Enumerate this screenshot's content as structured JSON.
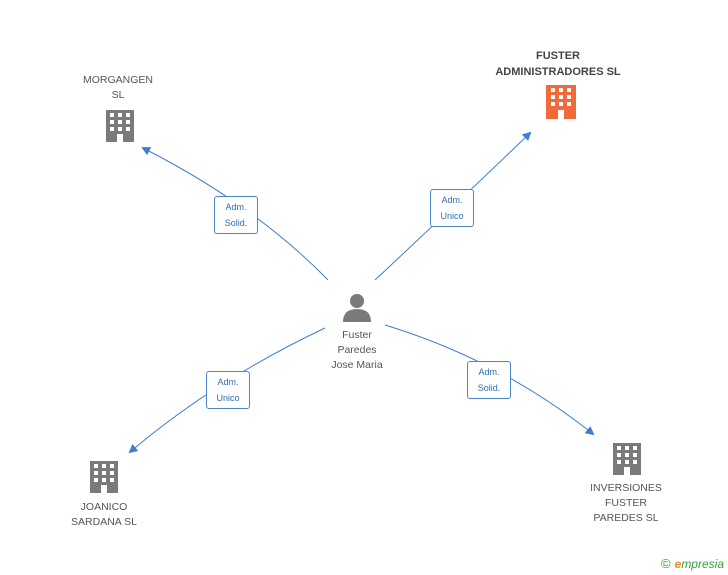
{
  "center": {
    "name_lines": [
      "Fuster",
      "Paredes",
      "Jose Maria"
    ]
  },
  "companies": {
    "top_left": {
      "name_lines": [
        "MORGANGEN",
        "SL"
      ]
    },
    "top_right": {
      "name_lines": [
        "FUSTER",
        "ADMINISTRADORES SL"
      ],
      "highlight": true
    },
    "bottom_left": {
      "name_lines": [
        "JOANICO",
        "SARDANA SL"
      ]
    },
    "bottom_right": {
      "name_lines": [
        "INVERSIONES",
        "FUSTER",
        "PAREDES SL"
      ]
    }
  },
  "edges": {
    "top_left": [
      "Adm.",
      "Solid."
    ],
    "top_right": [
      "Adm.",
      "Unico"
    ],
    "bottom_left": [
      "Adm.",
      "Unico"
    ],
    "bottom_right": [
      "Adm.",
      "Solid."
    ]
  },
  "colors": {
    "edge": "#3f7fd0",
    "building": "#7a7a7a",
    "building_highlight": "#f26a3a",
    "person": "#7a7a7a"
  },
  "brand": {
    "copyright": "©",
    "e": "e",
    "rest": "mpresia"
  }
}
